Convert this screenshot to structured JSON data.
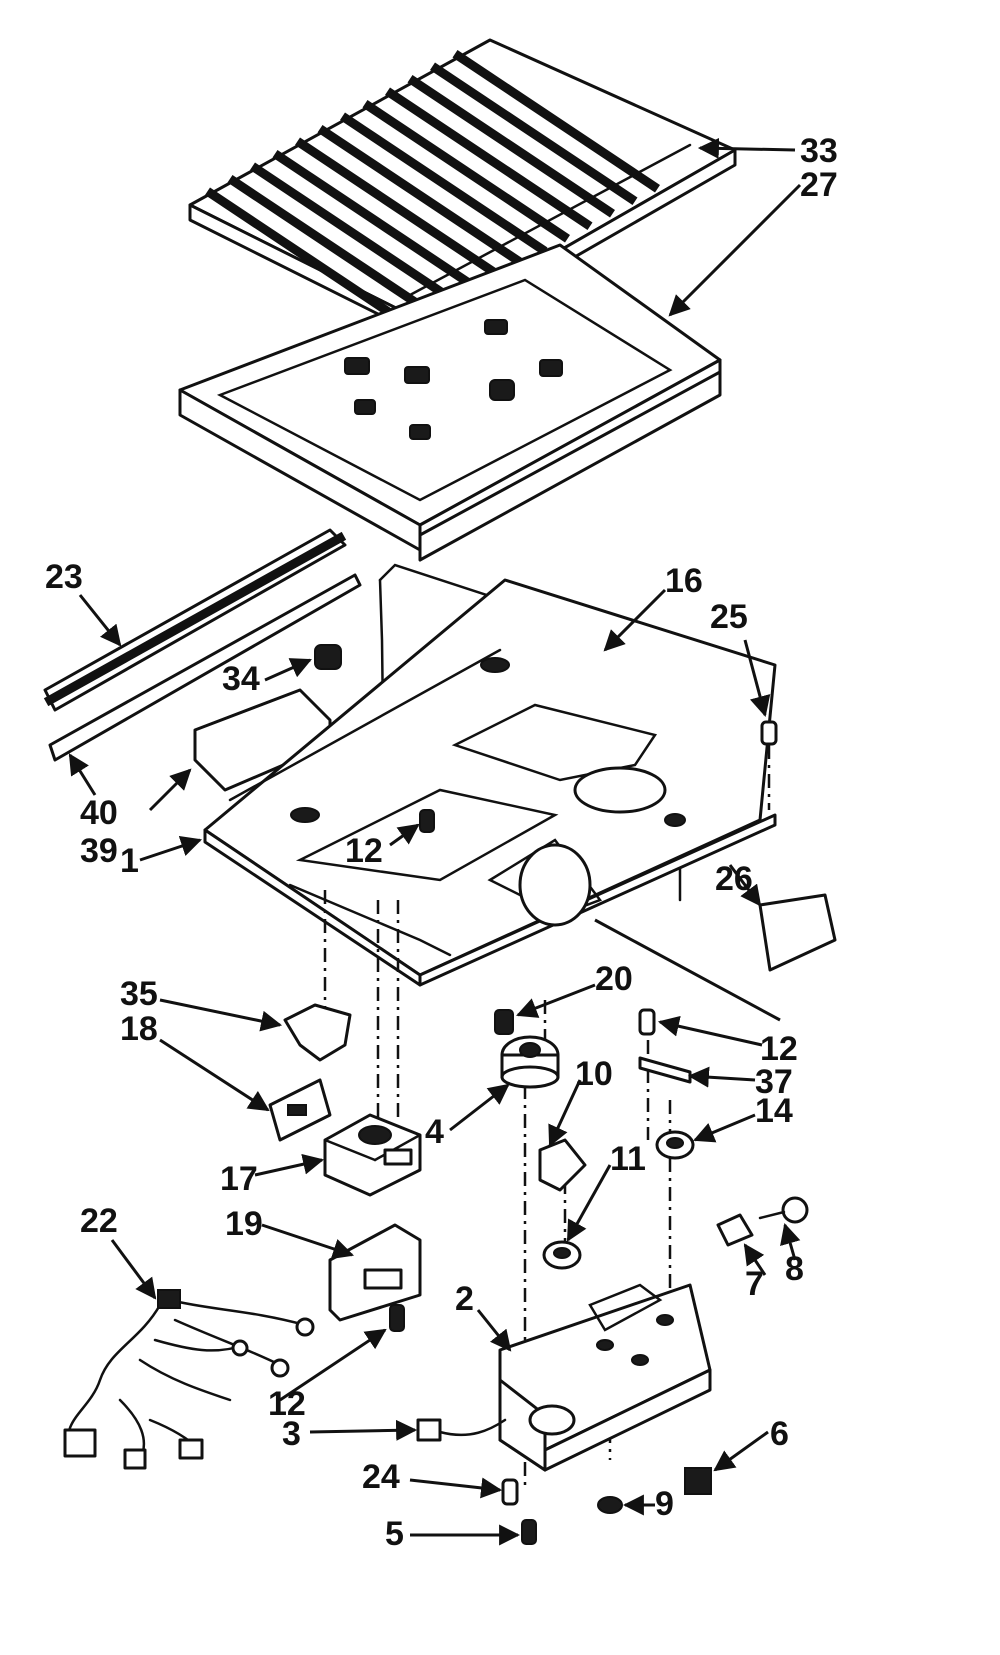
{
  "callouts": [
    "33",
    "27",
    "23",
    "16",
    "25",
    "34",
    "40",
    "39",
    "1",
    "12",
    "26",
    "35",
    "20",
    "18",
    "37",
    "4",
    "10",
    "14",
    "17",
    "11",
    "19",
    "8",
    "22",
    "7",
    "2",
    "3",
    "6",
    "24",
    "9",
    "5"
  ],
  "colors": {
    "ink": "#111111",
    "paper": "#ffffff"
  }
}
